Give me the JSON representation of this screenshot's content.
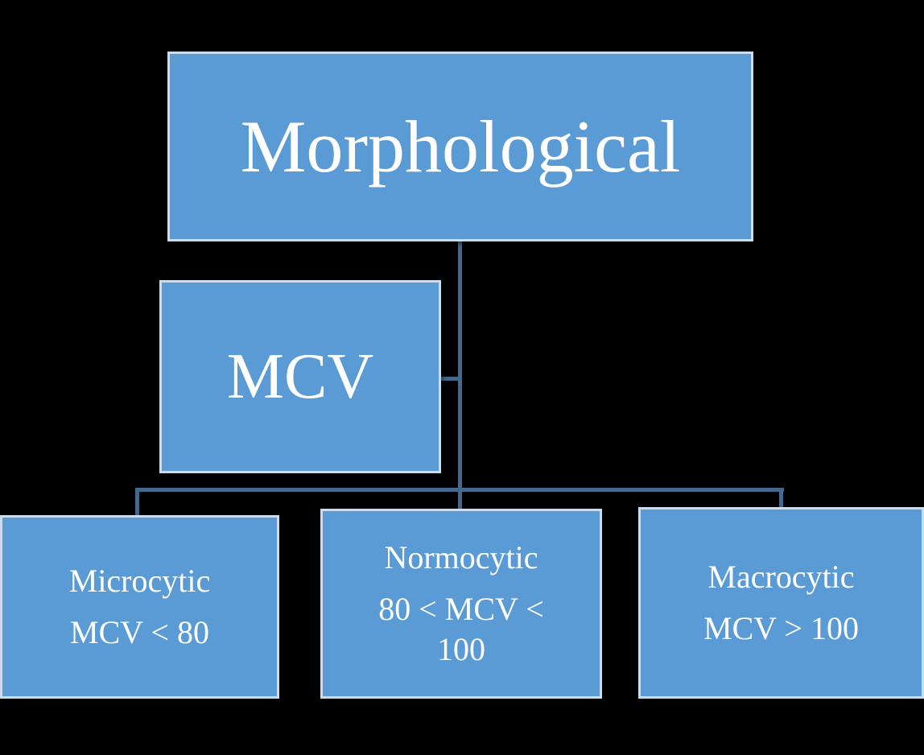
{
  "diagram": {
    "root": {
      "label": "Morphological"
    },
    "criterion": {
      "label": "MCV"
    },
    "leaves": [
      {
        "id": "microcytic",
        "title": "Microcytic",
        "subtitle": "MCV < 80"
      },
      {
        "id": "normocytic",
        "title": "Normocytic",
        "subtitle": "80 < MCV < 100"
      },
      {
        "id": "macrocytic",
        "title": "Macrocytic",
        "subtitle": "MCV > 100"
      }
    ],
    "colors": {
      "background": "#000000",
      "box_fill": "#5b9bd5",
      "box_border": "#cddcec",
      "connector": "#44698f",
      "text": "#ffffff"
    }
  }
}
